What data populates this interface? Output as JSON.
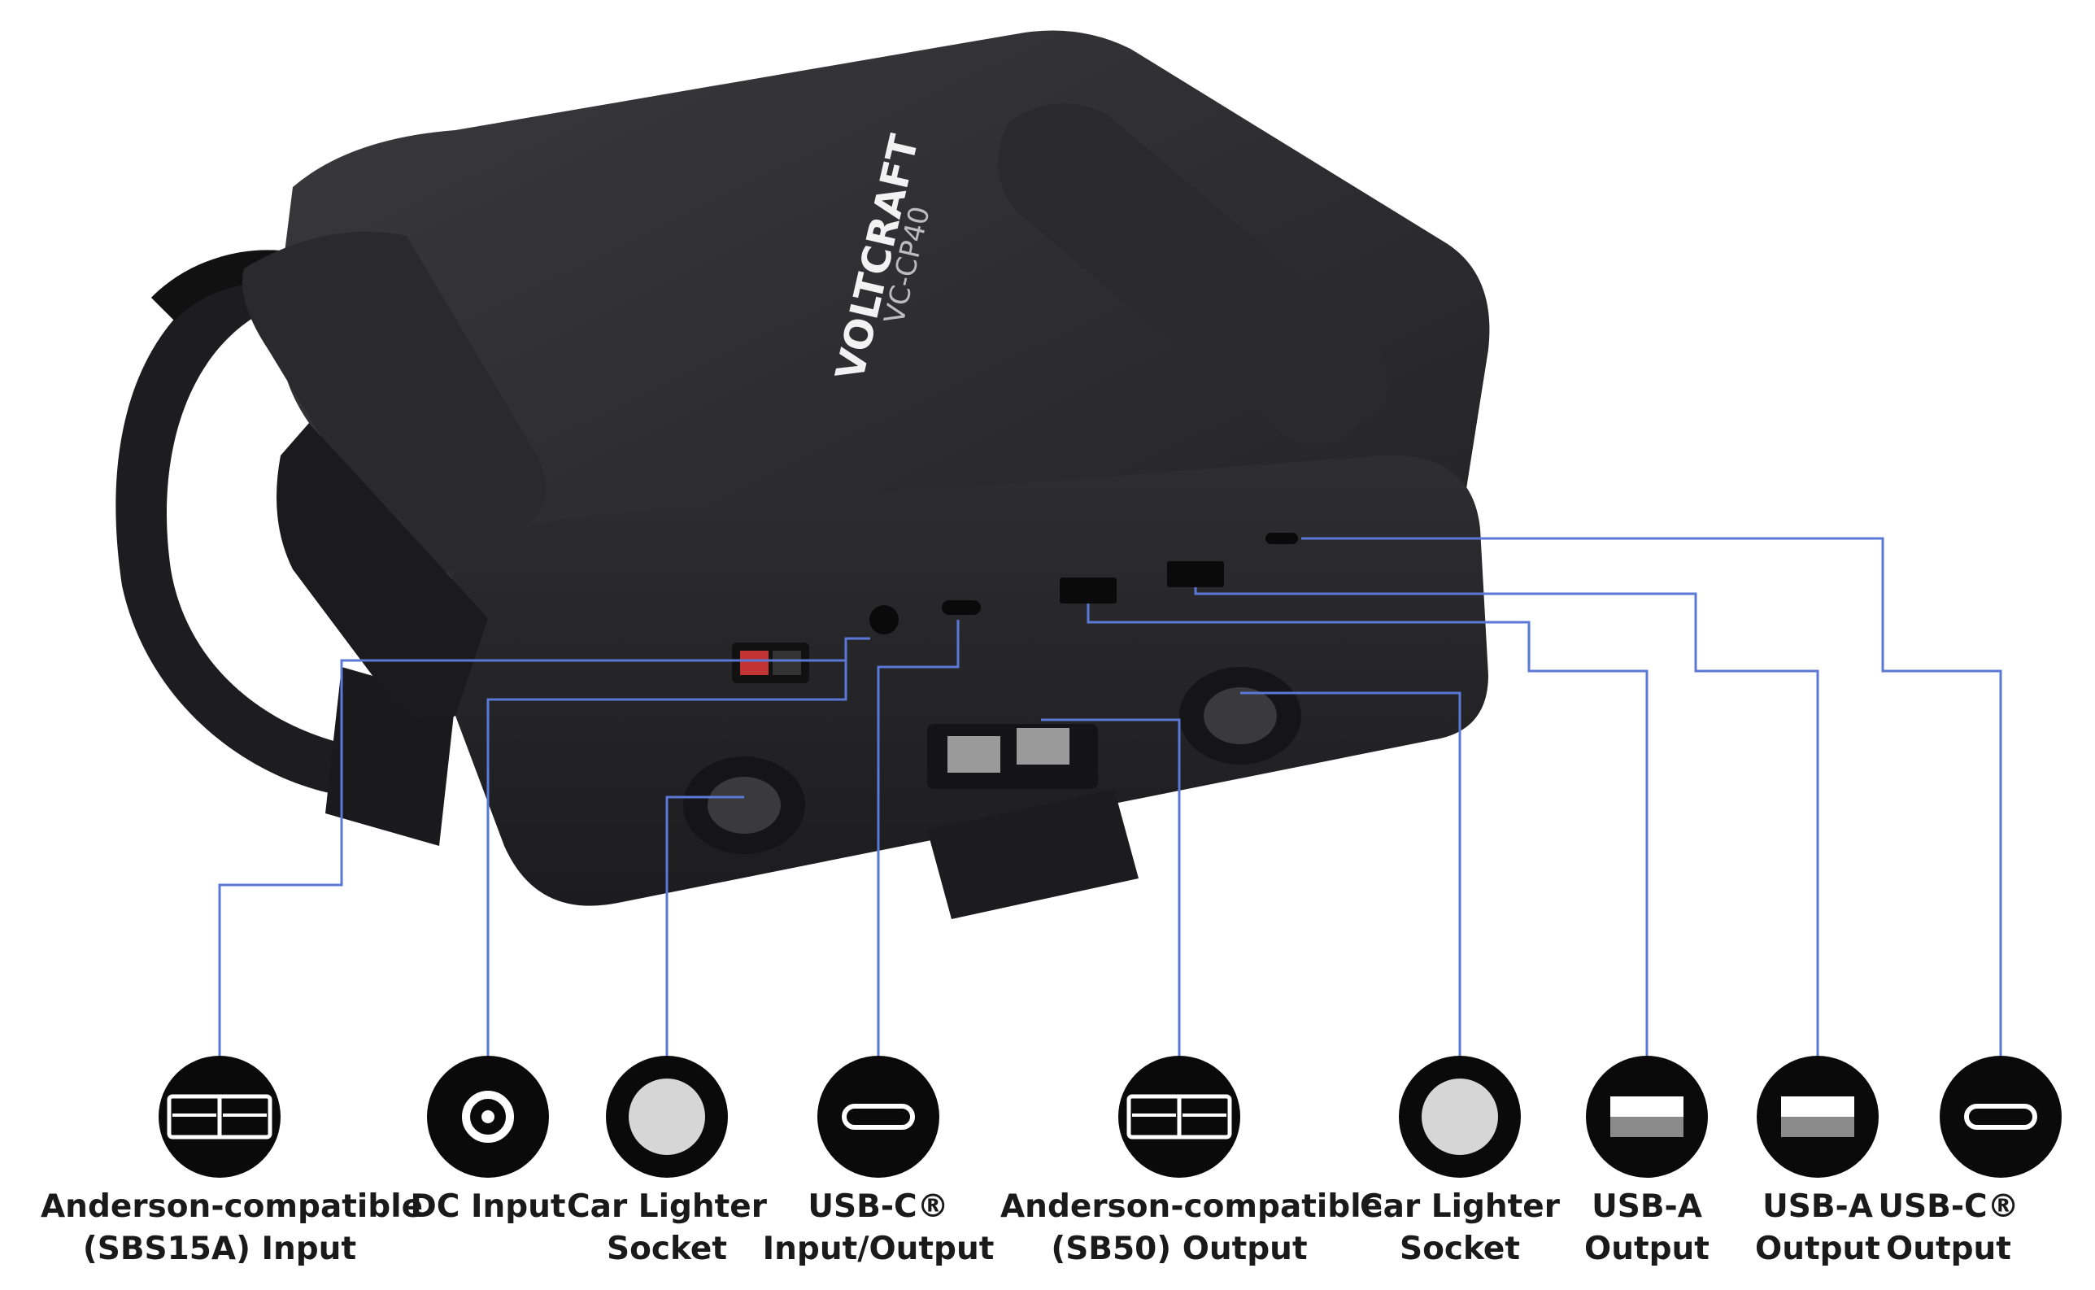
{
  "product": {
    "brand": "VOLTCRAFT",
    "model": "VC-CP40"
  },
  "colors": {
    "leader_line": "#5b78d6",
    "device_body": "#2b2b2d",
    "icon_fill": "#0a0a0a",
    "icon_glyph": "#ffffff",
    "usb_a_gray": "#8a8a8a",
    "label_text": "#1a1a1a"
  },
  "ports": [
    {
      "icon": "anderson-connector-icon",
      "line1": "Anderson-compatible",
      "line2": "(SBS15A) Input"
    },
    {
      "icon": "dc-input-icon",
      "line1": "DC Input",
      "line2": ""
    },
    {
      "icon": "car-lighter-socket-icon",
      "line1": "Car Lighter",
      "line2": "Socket"
    },
    {
      "icon": "usb-c-icon",
      "line1": "USB-C®",
      "line2": "Input/Output"
    },
    {
      "icon": "anderson-connector-icon",
      "line1": "Anderson-compatible",
      "line2": "(SB50) Output"
    },
    {
      "icon": "car-lighter-socket-icon",
      "line1": "Car Lighter",
      "line2": "Socket"
    },
    {
      "icon": "usb-a-icon",
      "line1": "USB-A",
      "line2": "Output"
    },
    {
      "icon": "usb-a-icon",
      "line1": "USB-A",
      "line2": "Output"
    },
    {
      "icon": "usb-c-icon",
      "line1": "USB-C®",
      "line2": "Output"
    }
  ]
}
